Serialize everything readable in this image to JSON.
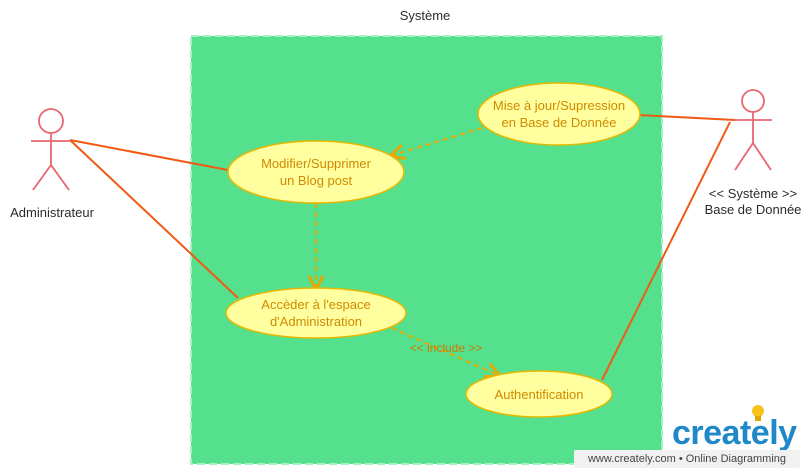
{
  "diagram": {
    "system_title": "Système",
    "actors": [
      {
        "id": "admin",
        "label": "Administrateur"
      },
      {
        "id": "db",
        "stereotype": "<< Système >>",
        "label": "Base de Donnée"
      }
    ],
    "use_cases": [
      {
        "id": "modifier",
        "lines": [
          "Modifier/Supprimer",
          "un Blog post"
        ]
      },
      {
        "id": "maj",
        "lines": [
          "Mise à jour/Supression",
          "en Base de Donnée"
        ]
      },
      {
        "id": "acceder",
        "lines": [
          "Accèder à l'espace",
          "d'Administration"
        ]
      },
      {
        "id": "auth",
        "lines": [
          "Authentification"
        ]
      }
    ],
    "relations": [
      {
        "from": "admin",
        "to": "modifier",
        "kind": "association"
      },
      {
        "from": "admin",
        "to": "acceder",
        "kind": "association"
      },
      {
        "from": "db",
        "to": "maj",
        "kind": "association"
      },
      {
        "from": "db",
        "to": "auth",
        "kind": "association"
      },
      {
        "from": "maj",
        "to": "modifier",
        "kind": "dependency"
      },
      {
        "from": "modifier",
        "to": "acceder",
        "kind": "dependency"
      },
      {
        "from": "acceder",
        "to": "auth",
        "kind": "include",
        "label": "<< include >>"
      }
    ]
  },
  "branding": {
    "logo_text": "creately",
    "footer_text": "www.creately.com • Online Diagramming"
  },
  "colors": {
    "system_fill": "#55e08e",
    "system_border": "#a8f0c4",
    "usecase_fill": "#ffff9f",
    "usecase_border": "#e8b800",
    "usecase_text": "#d08a00",
    "association_line": "#f05a14",
    "dependency_line": "#e8a800",
    "actor_stroke": "#e8666e",
    "brand_blue": "#1e88c8",
    "bulb_yellow": "#f7c21c"
  }
}
